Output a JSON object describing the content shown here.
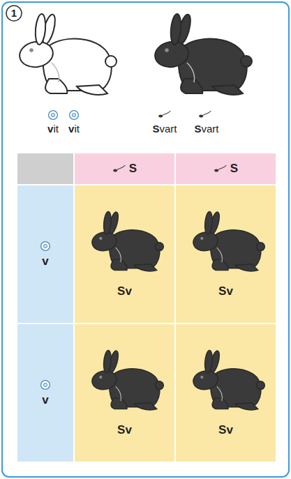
{
  "diagram": {
    "nodes": [
      {
        "text": [
          "S"
        ]
      },
      {
        "text": [
          "S"
        ]
      },
      {
        "text": [
          "v"
        ]
      },
      {
        "text": [
          "Sv"
        ]
      },
      {
        "text": [
          "Sv"
        ]
      },
      {
        "text": [
          "v"
        ]
      },
      {
        "text": [
          "Sv"
        ]
      },
      {
        "text": [
          "Sv"
        ]
      }
    ],
    "labels": [
      "1",
      "vit",
      "vit",
      "Svart",
      "Svart"
    ]
  }
}
